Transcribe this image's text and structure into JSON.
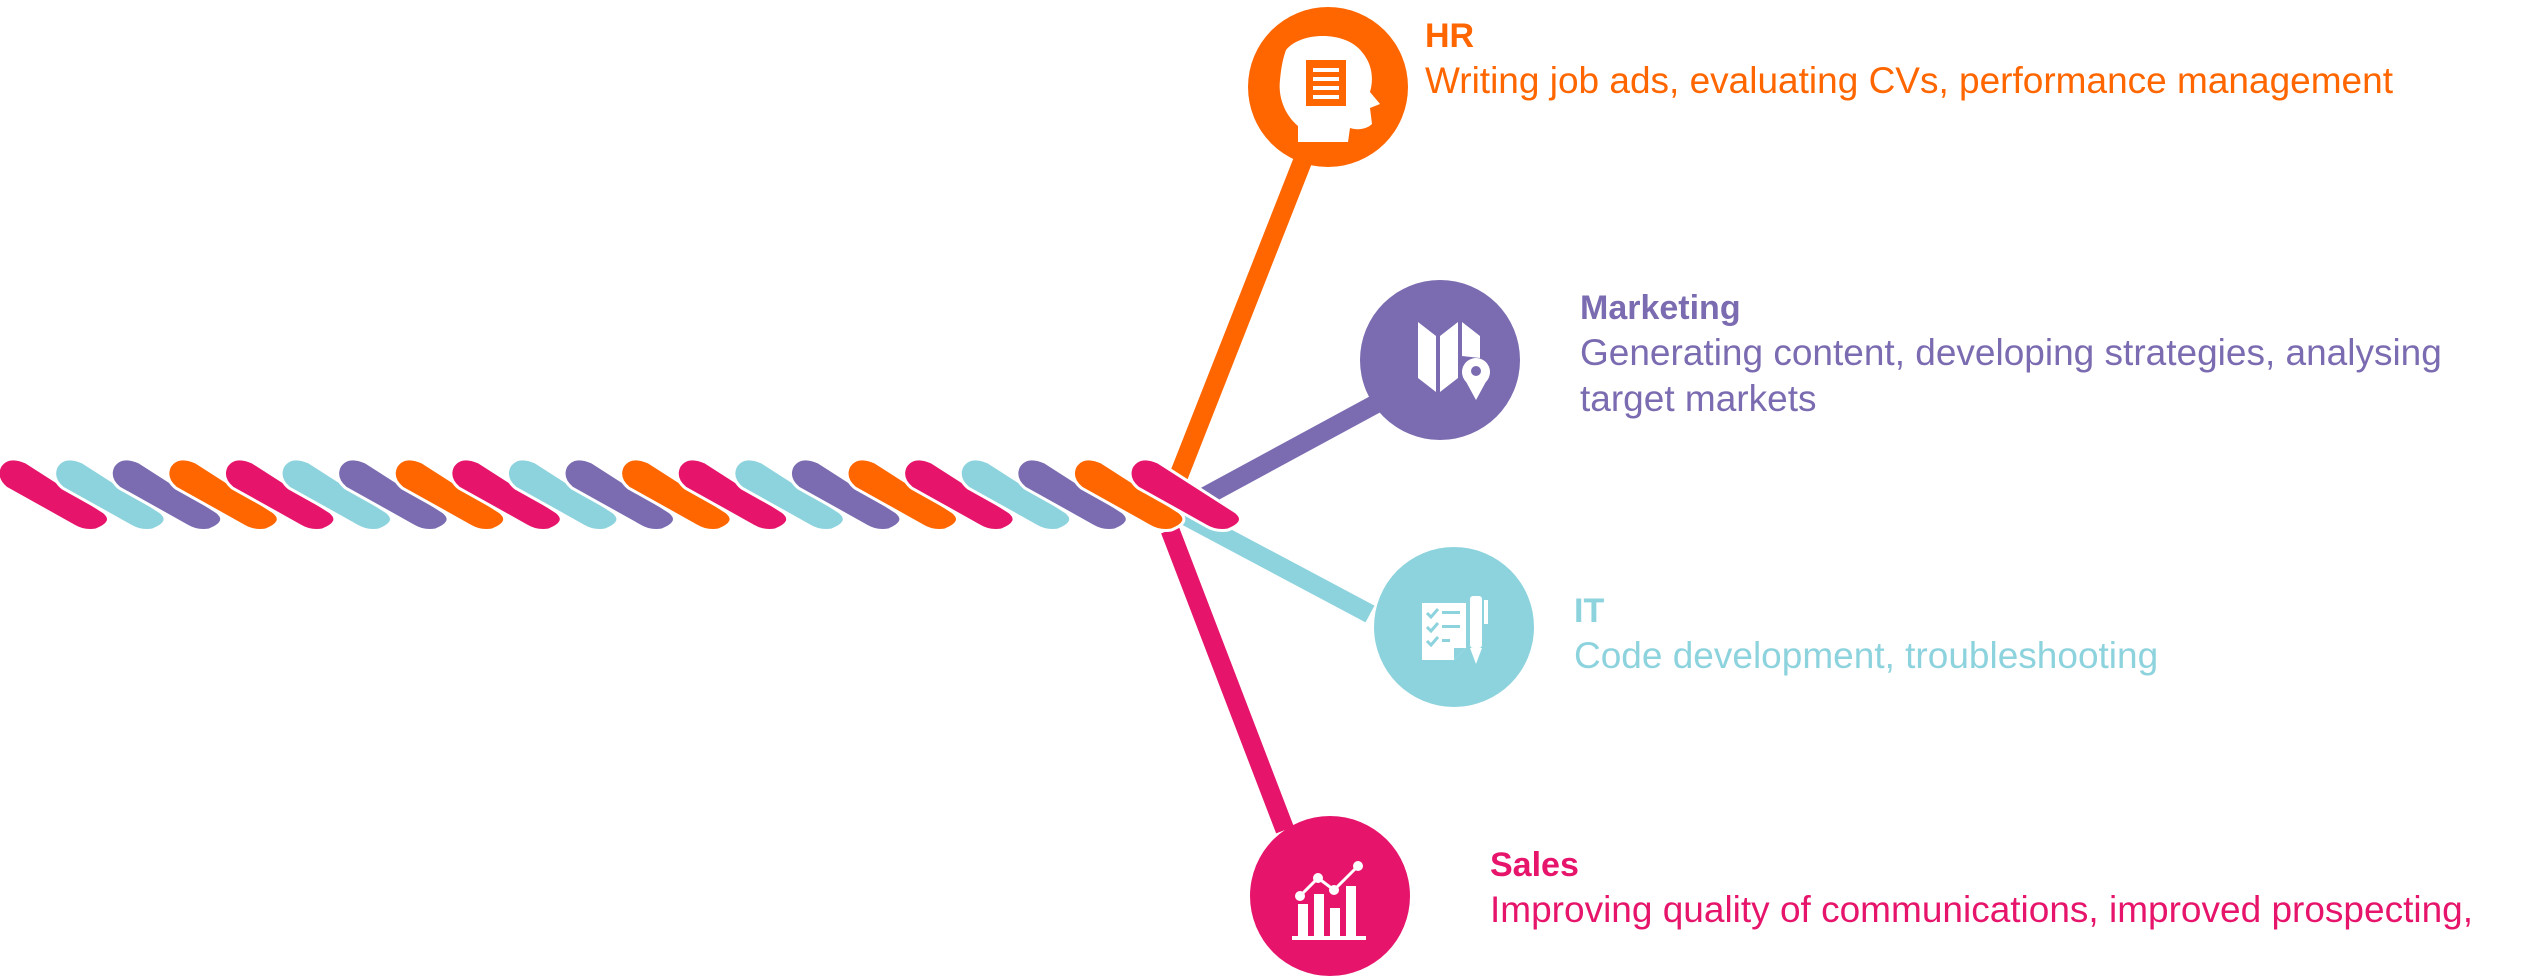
{
  "colors": {
    "orange": "#FF6600",
    "purple": "#7B6BB1",
    "light_blue": "#8DD3DE",
    "magenta": "#E6156B"
  },
  "rope": {
    "strand_colors": [
      "#E6156B",
      "#8DD3DE",
      "#7B6BB1",
      "#FF6600"
    ]
  },
  "branches": [
    {
      "id": "hr",
      "title": "HR",
      "description": "Writing job ads, evaluating CVs, performance management",
      "color": "#FF6600",
      "icon": "head-document-icon"
    },
    {
      "id": "marketing",
      "title": "Marketing",
      "description": "Generating content, developing strategies, analysing target markets",
      "color": "#7B6BB1",
      "icon": "map-pin-icon"
    },
    {
      "id": "it",
      "title": "IT",
      "description": "Code development, troubleshooting",
      "color": "#8DD3DE",
      "icon": "checklist-pen-icon"
    },
    {
      "id": "sales",
      "title": "Sales",
      "description": "Improving quality of communications, improved prospecting,",
      "color": "#E6156B",
      "icon": "bar-chart-trend-icon"
    }
  ]
}
